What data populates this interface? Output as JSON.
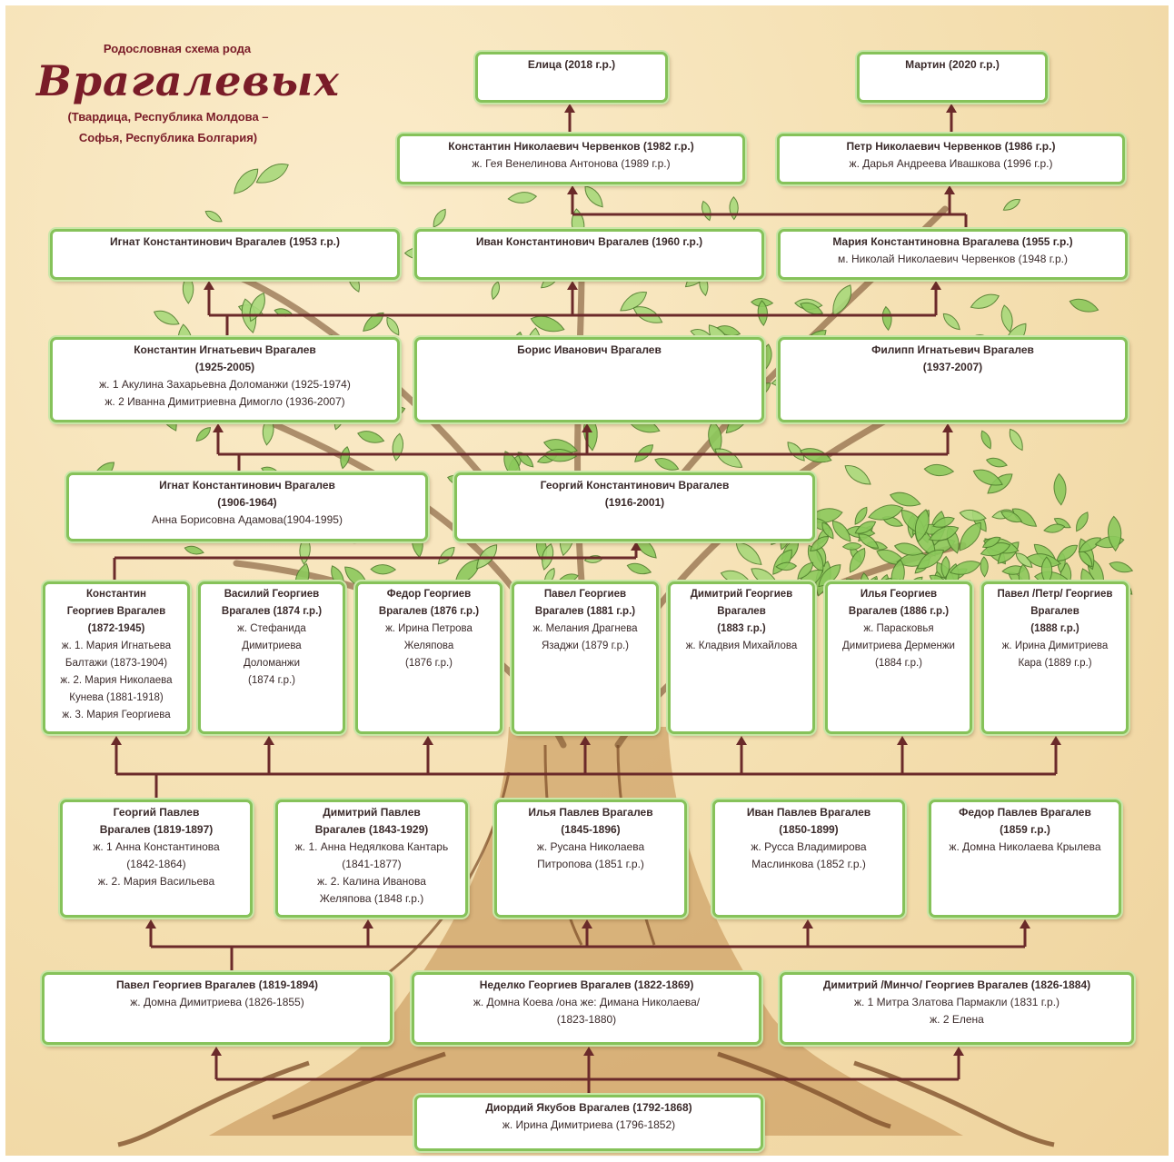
{
  "header": {
    "pre": "Родословная схема рода",
    "surname": "Врагалевых",
    "sub1": "(Твардица, Республика Молдова –",
    "sub2": "Софья, Республика Болгария)"
  },
  "colors": {
    "box_border": "#86c25a",
    "connector": "#6b2a2a",
    "title": "#7a1c28",
    "leaf": "#8cc95c",
    "trunk": "#b07f4a"
  },
  "people": [
    {
      "id": "elica",
      "lines": [
        "Елица (2018 г.р.)"
      ]
    },
    {
      "id": "martin",
      "lines": [
        "Мартин (2020 г.р.)"
      ]
    },
    {
      "id": "konst_cherv",
      "lines": [
        "Константин Николаевич Червенков (1982 г.р.)",
        "ж. Гея Венелинова Антонова (1989 г.р.)"
      ]
    },
    {
      "id": "petr_cherv",
      "lines": [
        "Петр Николаевич Червенков (1986 г.р.)",
        "ж. Дарья Андреева Ивашкова  (1996 г.р.)"
      ]
    },
    {
      "id": "ignat1953",
      "lines": [
        "Игнат Константинович Врагалев (1953 г.р.)"
      ]
    },
    {
      "id": "ivan1960",
      "lines": [
        "Иван Константинович Врагалев (1960 г.р.)"
      ]
    },
    {
      "id": "maria1955",
      "lines": [
        "Мария Константиновна Врагалева (1955 г.р.)",
        "м. Николай Николаевич Червенков (1948 г.р.)"
      ]
    },
    {
      "id": "konst1925",
      "lines": [
        "Константин Игнатьевич Врагалев",
        "(1925-2005)",
        "ж. 1 Акулина Захарьевна Доломанжи (1925-1974)",
        "ж. 2 Иванна Димитриевна Димогло  (1936-2007)"
      ]
    },
    {
      "id": "boris",
      "lines": [
        "Борис Иванович Врагалев"
      ]
    },
    {
      "id": "filipp",
      "lines": [
        "Филипп Игнатьевич Врагалев",
        "(1937-2007)"
      ]
    },
    {
      "id": "ignat1906",
      "lines": [
        "Игнат Константинович Врагалев",
        "(1906-1964)",
        "Анна Борисовна Адамова(1904-1995)"
      ]
    },
    {
      "id": "georgiy1916",
      "lines": [
        "Георгий Константинович Врагалев",
        "(1916-2001)"
      ]
    },
    {
      "id": "konst1872",
      "lines": [
        "Константин",
        "Георгиев Врагалев",
        "(1872-1945)",
        "ж. 1. Мария Игнатьева",
        "Балтажи (1873-1904)",
        "ж. 2. Мария Николаева",
        "Кунева (1881-1918)",
        "ж. 3. Мария Георгиева"
      ]
    },
    {
      "id": "vasiliy",
      "lines": [
        "Василий Георгиев",
        "Врагалев (1874 г.р.)",
        "ж. Стефанида",
        "Димитриева",
        "Доломанжи",
        "(1874 г.р.)"
      ]
    },
    {
      "id": "fedor1876",
      "lines": [
        "Федор Георгиев",
        "Врагалев (1876 г.р.)",
        "ж. Ирина Петрова",
        "Желяпова",
        "(1876 г.р.)"
      ]
    },
    {
      "id": "pavel1881",
      "lines": [
        "Павел Георгиев",
        "Врагалев (1881 г.р.)",
        "ж. Мелания Драгнева",
        "Язаджи (1879 г.р.)"
      ]
    },
    {
      "id": "dimitriy1883",
      "lines": [
        "Димитрий Георгиев",
        "Врагалев",
        "(1883 г.р.)",
        "ж. Кладвия Михайлова"
      ]
    },
    {
      "id": "ilya1886",
      "lines": [
        "Илья Георгиев",
        "Врагалев (1886 г.р.)",
        "ж. Парасковья",
        "Димитриева Дерменжи",
        "(1884 г.р.)"
      ]
    },
    {
      "id": "pavel1888",
      "lines": [
        "Павел /Петр/ Георгиев",
        "Врагалев",
        "(1888 г.р.)",
        "ж. Ирина Димитриева",
        "Кара (1889 г.р.)"
      ]
    },
    {
      "id": "georgiy1819",
      "lines": [
        "Георгий Павлев",
        "Врагалев (1819-1897)",
        "ж. 1 Анна Константинова",
        "(1842-1864)",
        "ж. 2. Мария Васильева"
      ]
    },
    {
      "id": "dimitriy1843",
      "lines": [
        "Димитрий Павлев",
        "Врагалев (1843-1929)",
        "ж. 1. Анна Недялкова Кантарь",
        "(1841-1877)",
        "ж. 2. Калина Иванова",
        "Желяпова (1848 г.р.)"
      ]
    },
    {
      "id": "ilya1845",
      "lines": [
        "Илья Павлев Врагалев",
        "(1845-1896)",
        "ж. Русана Николаева",
        "Питропова (1851 г.р.)"
      ]
    },
    {
      "id": "ivan1850",
      "lines": [
        "Иван Павлев Врагалев",
        "(1850-1899)",
        "ж. Русса Владимирова",
        "Маслинкова (1852 г.р.)"
      ]
    },
    {
      "id": "fedor1859",
      "lines": [
        "Федор Павлев Врагалев",
        "(1859 г.р.)",
        "ж. Домна Николаева Крылева"
      ]
    },
    {
      "id": "pavel1819",
      "lines": [
        "Павел Георгиев Врагалев (1819-1894)",
        "ж. Домна Димитриева (1826-1855)"
      ]
    },
    {
      "id": "nedelko",
      "lines": [
        "Неделко Георгиев Врагалев (1822-1869)",
        "ж. Домна Коева /она же: Димана Николаева/",
        "(1823-1880)"
      ]
    },
    {
      "id": "dimitriy1826",
      "lines": [
        "Димитрий /Минчо/ Георгиев Врагалев (1826-1884)",
        "ж. 1 Митра Златова Пармакли (1831 г.р.)",
        "ж. 2 Елена"
      ]
    },
    {
      "id": "diordiy",
      "lines": [
        "Диордий Якубов Врагалев (1792-1868)",
        "ж. Ирина Димитриева (1796-1852)"
      ]
    }
  ]
}
